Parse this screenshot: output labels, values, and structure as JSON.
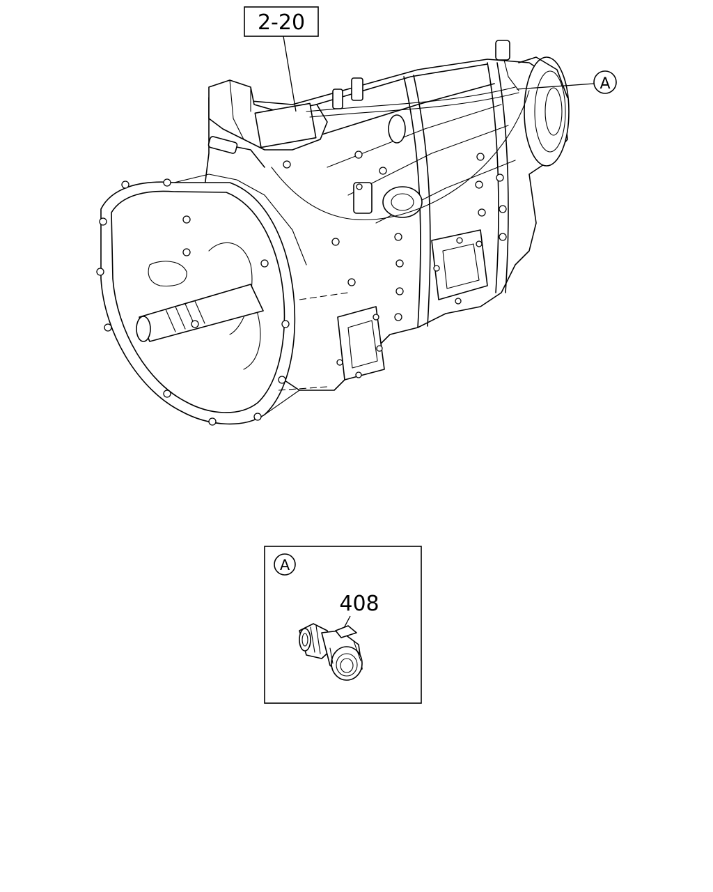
{
  "main_view": {
    "reference_label": "2-20",
    "detail_marker": "A"
  },
  "detail_view": {
    "marker": "A",
    "part_number": "408"
  }
}
